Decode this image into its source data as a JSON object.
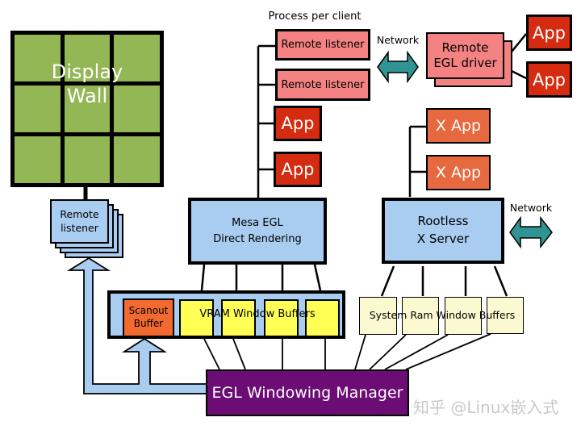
{
  "colors": {
    "green": "#93b755",
    "salmon": "#f48282",
    "red": "#d52b10",
    "xapp-orange": "#e6693f",
    "lightblue": "#a9cdf1",
    "teal": "#2f9492",
    "scanout-orange": "#f26a2f",
    "yellow": "#ffff55",
    "cream": "#fbf9cf",
    "purple": "#6b0d74",
    "watermark-gray": "#c9c9c9"
  },
  "labels": {
    "process_per_client": "Process per client",
    "network_top": "Network",
    "network_right": "Network",
    "vram_buffers": "VRAM Window Buffers",
    "sysram_buffers": "System Ram Window Buffers",
    "watermark": "知乎 @Linux嵌入式"
  },
  "nodes": {
    "display_wall": "Display Wall",
    "remote_listeners": [
      "Remote listener",
      "Remote listener"
    ],
    "client_apps": [
      "App",
      "App"
    ],
    "remote_egl_driver": "Remote\nEGL driver",
    "driver_apps": [
      "App",
      "App"
    ],
    "x_apps": [
      "X App",
      "X App"
    ],
    "mesa_egl": "Mesa EGL\nDirect Rendering",
    "rootless_x_server": "Rootless\nX Server",
    "remote_listener_stack": "Remote\nlistener",
    "scanout_buffer": "Scanout\nBuffer",
    "egl_windowing_manager": "EGL Windowing Manager"
  }
}
